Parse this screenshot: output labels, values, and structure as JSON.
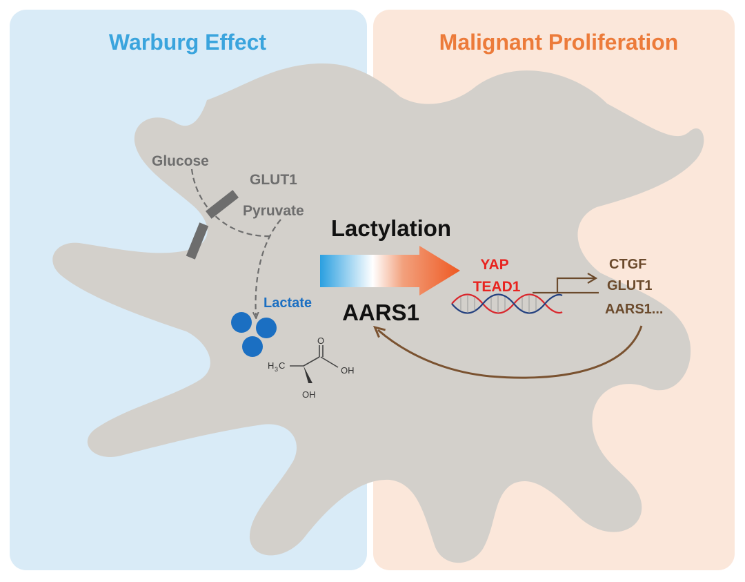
{
  "panels": {
    "left_title": "Warburg Effect",
    "right_title": "Malignant Proliferation"
  },
  "metabolism": {
    "glucose": "Glucose",
    "transporter": "GLUT1",
    "pyruvate": "Pyruvate",
    "lactate": "Lactate"
  },
  "lactate_structure": {
    "methyl": "H",
    "methyl_sub": "3",
    "methyl_c": "C",
    "carbonyl": "O",
    "acid": "OH",
    "hydroxyl": "OH"
  },
  "center": {
    "process": "Lactylation",
    "enzyme": "AARS1"
  },
  "nucleus": {
    "factor_1": "YAP",
    "factor_2": "TEAD1",
    "target_genes": [
      "CTGF",
      "GLUT1",
      "AARS1..."
    ]
  },
  "colors": {
    "left_panel": "#d9ebf7",
    "right_panel": "#fbe7da",
    "left_title": "#3aa4dd",
    "right_title": "#ec7b3a",
    "cell_left": "#d3d0cb",
    "cell_right": "#f2d2bb",
    "gray_text": "#6d6d6d",
    "lactate": "#1b6fc2",
    "factor_text": "#e8231f",
    "gene_text": "#6b4a2c",
    "feedback_arrow": "#7a5230",
    "arrow_start": "#2a9fe0",
    "arrow_end": "#ee5a24"
  },
  "icons": [
    "lactate-molecule-icon",
    "dna-helix-icon",
    "transcription-start-arrow-icon"
  ]
}
